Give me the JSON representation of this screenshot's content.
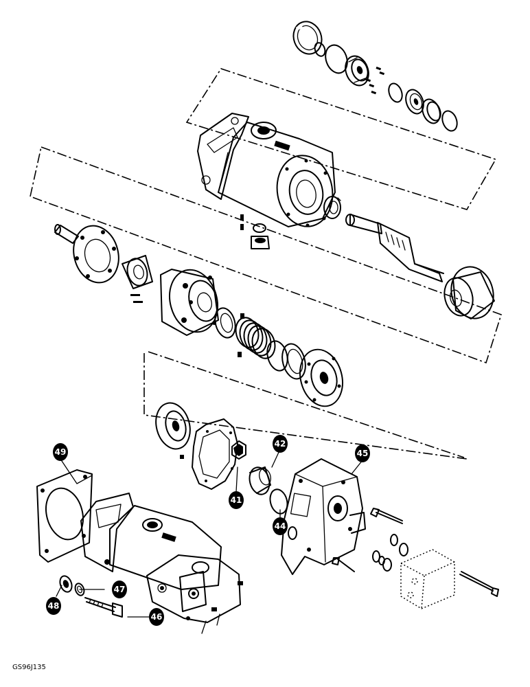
{
  "diagram": {
    "callouts": [
      "49",
      "42",
      "45",
      "41",
      "44",
      "47",
      "48",
      "46"
    ],
    "figure_id": "GS96J135"
  }
}
